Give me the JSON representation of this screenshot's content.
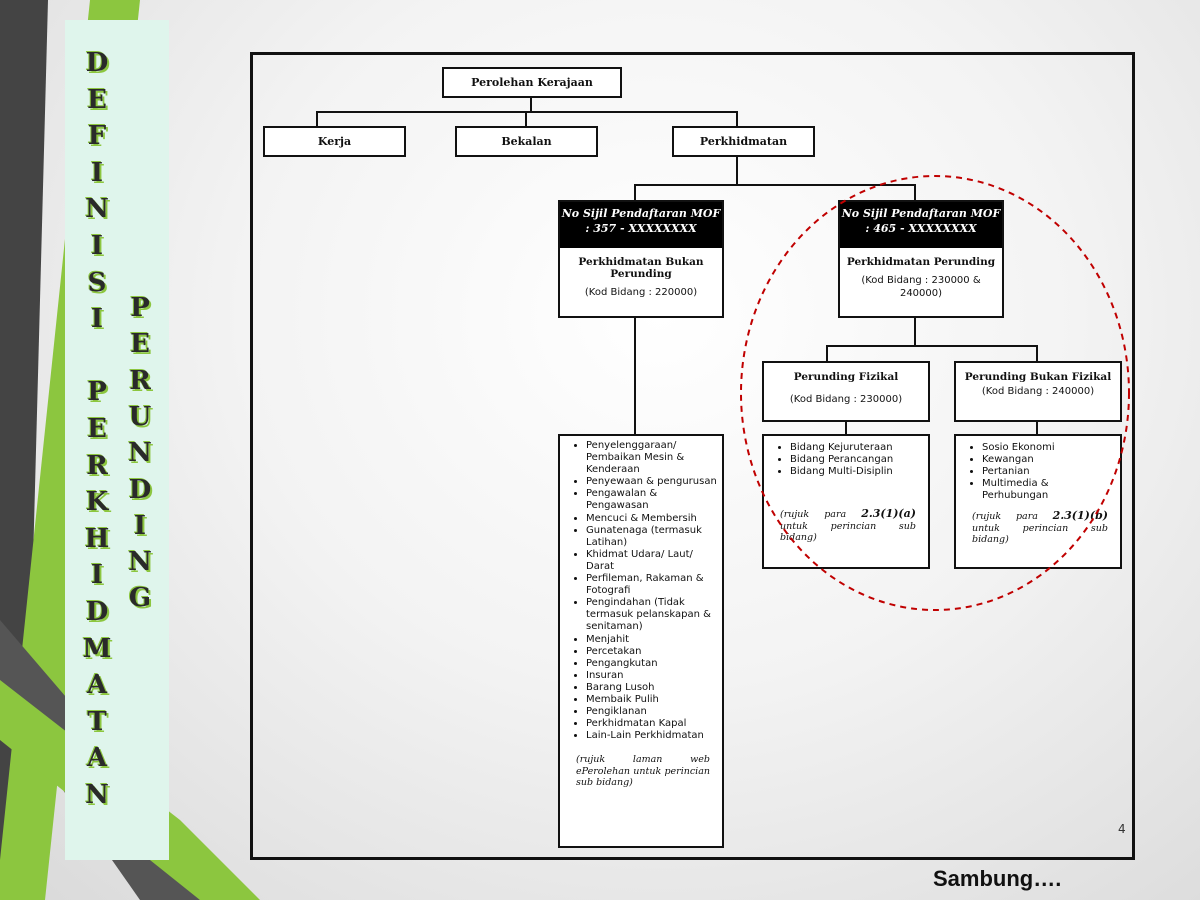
{
  "sidebar": {
    "col1": [
      "D",
      "E",
      "F",
      "I",
      "N",
      "I",
      "S",
      "I",
      "",
      "P",
      "E",
      "R",
      "K",
      "H",
      "I",
      "D",
      "M",
      "A",
      "T",
      "A",
      "N"
    ],
    "col2": [
      "P",
      "E",
      "R",
      "U",
      "N",
      "D",
      "I",
      "N",
      "G"
    ]
  },
  "colors": {
    "accent": "#8cc63f",
    "panel": "#dff5ec",
    "ellipse": "#c00000"
  },
  "diagram": {
    "root": "Perolehan Kerajaan",
    "level1": [
      "Kerja",
      "Bekalan",
      "Perkhidmatan"
    ],
    "left_branch": {
      "header": "No Sijil Pendaftaran MOF : 357 - XXXXXXXX",
      "title": "Perkhidmatan Bukan Perunding",
      "kod": "(Kod Bidang : 220000)",
      "items": [
        "Penyelenggaraan/ Pembaikan Mesin & Kenderaan",
        "Penyewaan & pengurusan",
        "Pengawalan & Pengawasan",
        "Mencuci & Membersih",
        "Gunatenaga (termasuk Latihan)",
        "Khidmat Udara/ Laut/ Darat",
        "Perfileman, Rakaman & Fotografi",
        "Pengindahan (Tidak termasuk pelanskapan & senitaman)",
        "Menjahit",
        "Percetakan",
        "Pengangkutan",
        "Insuran",
        "Barang Lusoh",
        "Membaik Pulih",
        "Pengiklanan",
        "Perkhidmatan Kapal",
        "Lain-Lain Perkhidmatan"
      ],
      "note": "(rujuk laman web ePerolehan untuk perincian sub bidang)"
    },
    "right_branch": {
      "header": "No Sijil Pendaftaran MOF : 465 - XXXXXXXX",
      "title": "Perkhidmatan Perunding",
      "kod": "(Kod Bidang : 230000 & 240000)",
      "fizikal": {
        "title": "Perunding Fizikal",
        "kod": "(Kod Bidang : 230000)",
        "items": [
          "Bidang Kejuruteraan",
          "Bidang Perancangan",
          "Bidang Multi-Disiplin"
        ],
        "note_prefix": "(rujuk para",
        "note_ref": "2.3(1)(a)",
        "note_suffix": "untuk perincian sub bidang)"
      },
      "bukan_fizikal": {
        "title": "Perunding Bukan Fizikal",
        "kod": "(Kod Bidang : 240000)",
        "items": [
          "Sosio Ekonomi",
          "Kewangan",
          "Pertanian",
          "Multimedia & Perhubungan"
        ],
        "note_prefix": "(rujuk para",
        "note_ref": "2.3(1)(b)",
        "note_suffix": "untuk perincian sub bidang)"
      }
    }
  },
  "page_number": "4",
  "footer": "Sambung…."
}
